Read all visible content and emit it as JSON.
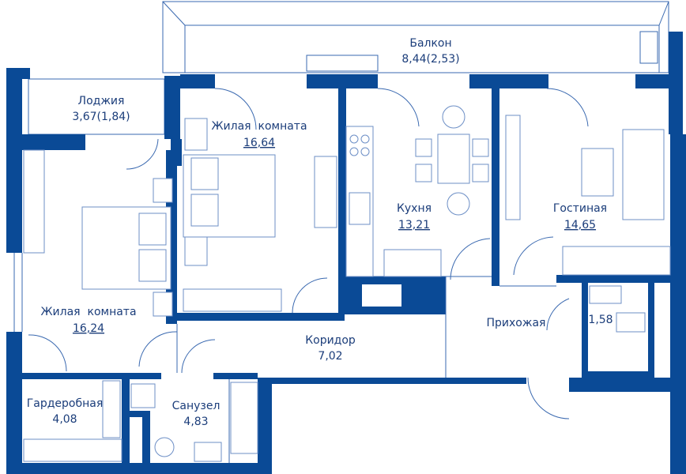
{
  "rooms": {
    "balcony": {
      "name": "Балкон",
      "area": "8,44(2,53)"
    },
    "loggia": {
      "name": "Лоджия",
      "area": "3,67(1,84)"
    },
    "bedroom1": {
      "name": "Жилая  комната",
      "area": "16,64"
    },
    "kitchen": {
      "name": "Кухня",
      "area": "13,21"
    },
    "living": {
      "name": "Гостиная",
      "area": "14,65"
    },
    "bedroom2": {
      "name": "Жилая  комната",
      "area": "16,24"
    },
    "corridor": {
      "name": "Коридор",
      "area": "7,02"
    },
    "hall": {
      "name": "Прихожая",
      "area": ""
    },
    "wc": {
      "name": "",
      "area": "1,58"
    },
    "wardrobe": {
      "name": "Гардеробная",
      "area": "4,08"
    },
    "bathroom": {
      "name": "Санузел",
      "area": "4,83"
    }
  },
  "colors": {
    "wall": "#0a4a96",
    "text": "#1b3d7a",
    "line": "#3a69b0"
  }
}
